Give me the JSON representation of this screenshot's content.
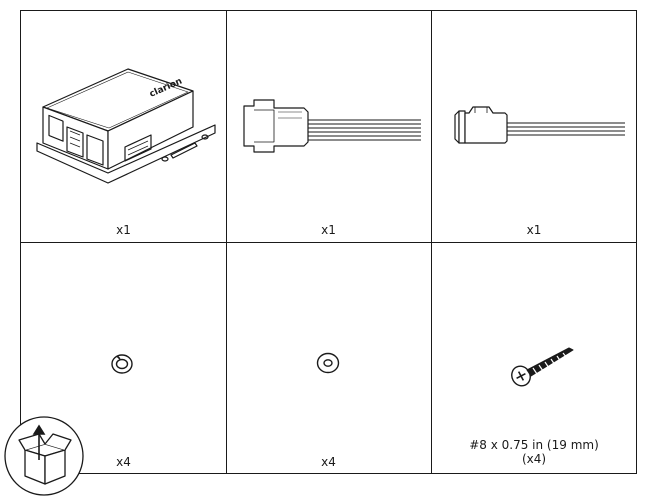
{
  "items": [
    {
      "qty": "x1"
    },
    {
      "qty": "x1"
    },
    {
      "qty": "x1"
    },
    {
      "qty": "x4"
    },
    {
      "qty": "x4"
    },
    {
      "spec": "#8 x 0.75 in (19 mm)",
      "qty": "(x4)"
    }
  ],
  "device_brand": "clarion",
  "icons": {
    "amplifier": "amplifier-unit-icon",
    "harness_a": "wire-harness-connector-icon",
    "harness_b": "wire-harness-plug-icon",
    "lock_washer": "lock-washer-icon",
    "flat_washer": "flat-washer-icon",
    "screw": "screw-icon",
    "box": "open-box-unpack-icon"
  }
}
